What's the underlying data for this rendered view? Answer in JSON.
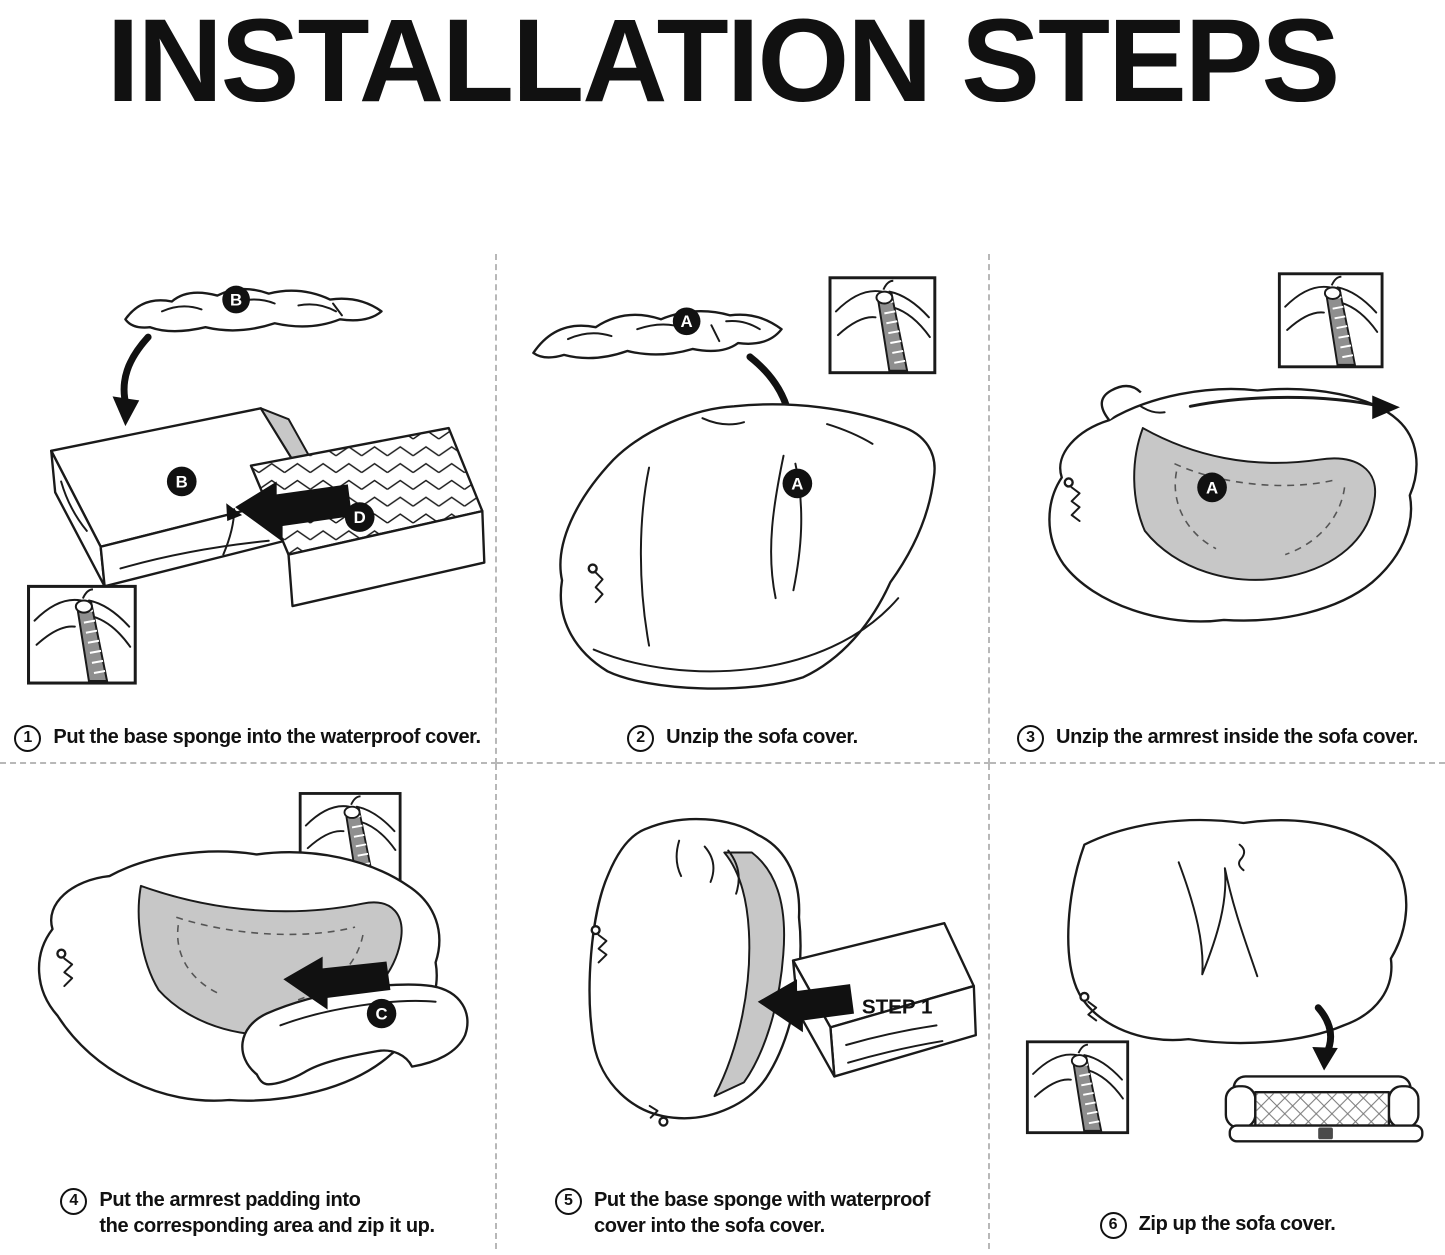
{
  "page": {
    "background": "#ffffff",
    "ink": "#111111",
    "shade": "#c7c7c7",
    "divider": "#b8b8b8"
  },
  "title": "INSTALLATION STEPS",
  "steps": [
    {
      "number": "1",
      "caption_lines": [
        "Put the base sponge into the waterproof cover."
      ]
    },
    {
      "number": "2",
      "caption_lines": [
        "Unzip the sofa cover."
      ]
    },
    {
      "number": "3",
      "caption_lines": [
        "Unzip the armrest inside the sofa cover."
      ]
    },
    {
      "number": "4",
      "caption_lines": [
        "Put the armrest padding into",
        "the corresponding area and zip it up."
      ]
    },
    {
      "number": "5",
      "caption_lines": [
        "Put the base sponge with waterproof",
        "cover into the sofa cover."
      ]
    },
    {
      "number": "6",
      "caption_lines": [
        "Zip up the sofa cover."
      ]
    }
  ],
  "labels": {
    "step1_top_cover": "B",
    "step1_body": "B",
    "step1_arrow": "D",
    "step2_top_cover": "A",
    "step2_body": "A",
    "step3_body": "A",
    "step4_arrow": "C",
    "step5_arrow": "STEP 1"
  }
}
